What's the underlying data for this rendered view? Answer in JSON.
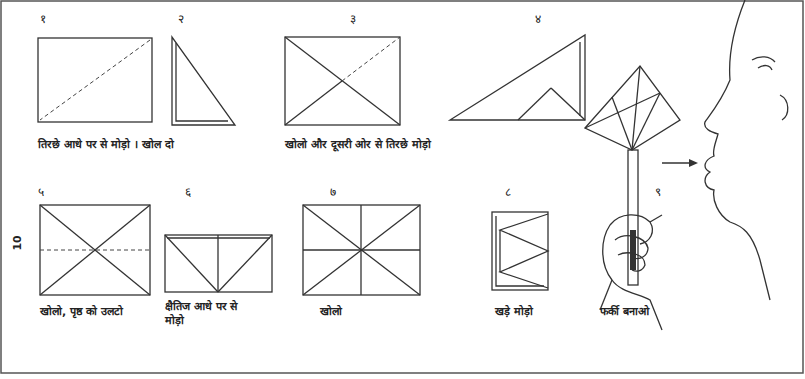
{
  "diagram": {
    "labels": [
      "१",
      "२",
      "३",
      "४",
      "तिरछे आधे पर से मोड़ो । खोल दो",
      "खोलो और दूसरी ओर से तिरछे मोड़ो",
      "५",
      "६",
      "७",
      "८",
      "९",
      "10",
      "खोलो, पृष्ठ को उलटो",
      "क्षैतिज आधे पर से मोड़ो",
      "खोलो",
      "खड़े मोड़ो",
      "फर्की बनाओ"
    ]
  }
}
